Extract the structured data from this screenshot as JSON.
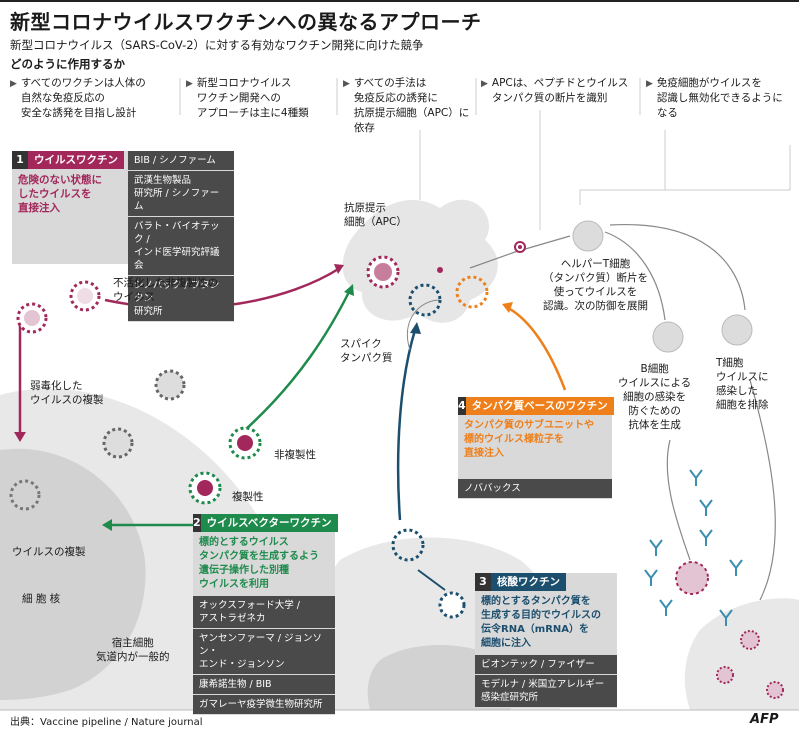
{
  "title": "新型コロナウイルスワクチンへの異なるアプローチ",
  "subtitle": "新型コロナウイルス（SARS-CoV-2）に対する有効なワクチン開発に向けた競争",
  "how_heading": "どのように作用するか",
  "intro": [
    "すべてのワクチンは人体の\n自然な免疫反応の\n安全な誘発を目指し設計",
    "新型コロナウイルス\nワクチン開発への\nアプローチは主に4種類",
    "すべての手法は\n免疫反応の誘発に\n抗原提示細胞（APC）に\n依存",
    "APCは、ペプチドとウイルス\nタンパク質の断片を識別",
    "免疫細胞がウイルスを\n認識し無効化できるように\nなる"
  ],
  "cards": {
    "c1": {
      "num": "1",
      "name": "ウイルスワクチン",
      "color": "#a2285c",
      "desc": "危険のない状態に\nしたウイルスを\n直接注入",
      "institutions": [
        "BIB / シノファーム",
        "武漢生物製品\n研究所 / シノファーム",
        "バラト・バイオテック /\nインド医学研究評議会",
        "シノバック / ブタンタン\n研究所"
      ]
    },
    "c2": {
      "num": "2",
      "name": "ウイルスベクターワクチン",
      "color": "#1e8a4c",
      "desc": "標的とするウイルス\nタンパク質を生成するよう\n遺伝子操作した別種\nウイルスを利用",
      "institutions": [
        "オックスフォード大学 /\nアストラゼネカ",
        "ヤンセンファーマ / ジョンソン・\nエンド・ジョンソン",
        "康希諾生物 / BIB",
        "ガマレーヤ疫学微生物研究所"
      ]
    },
    "c3": {
      "num": "3",
      "name": "核酸ワクチン",
      "color": "#1c4f6e",
      "desc": "標的とするタンパク質を\n生成する目的でウイルスの\n伝令RNA（mRNA）を\n細胞に注入",
      "institutions": [
        "ビオンテック / ファイザー",
        "モデルナ / 米国立アレルギー\n感染症研究所"
      ]
    },
    "c4": {
      "num": "4",
      "name": "タンパク質ベースのワクチン",
      "color": "#ee7f1a",
      "desc": "タンパク質のサブユニットや\n標的ウイルス様粒子を\n直接注入",
      "institutions": [
        "ノババックス"
      ]
    }
  },
  "labels": {
    "inactivated": "不活化した非複製性の\nウイルス",
    "attenuated": "弱毒化した\nウイルスの複製",
    "nonreplicating": "非複製性",
    "replicating": "複製性",
    "virus_replication": "ウイルスの複製",
    "nucleus": "細 胞 核",
    "host_cell": "宿主細胞\n気道内が一般的",
    "apc": "抗原提示\n細胞（APC）",
    "spike": "スパイク\nタンパク質",
    "helper_t": "ヘルパーT細胞\n（タンパク質）断片を\n使ってウイルスを\n認識。次の防御を展開",
    "b_cell": "B細胞\nウイルスによる\n細胞の感染を\n防ぐための\n抗体を生成",
    "t_cell": "T細胞\nウイルスに\n感染した\n細胞を排除"
  },
  "source": "出典：Vaccine pipeline / Nature journal",
  "logo": "AFP"
}
